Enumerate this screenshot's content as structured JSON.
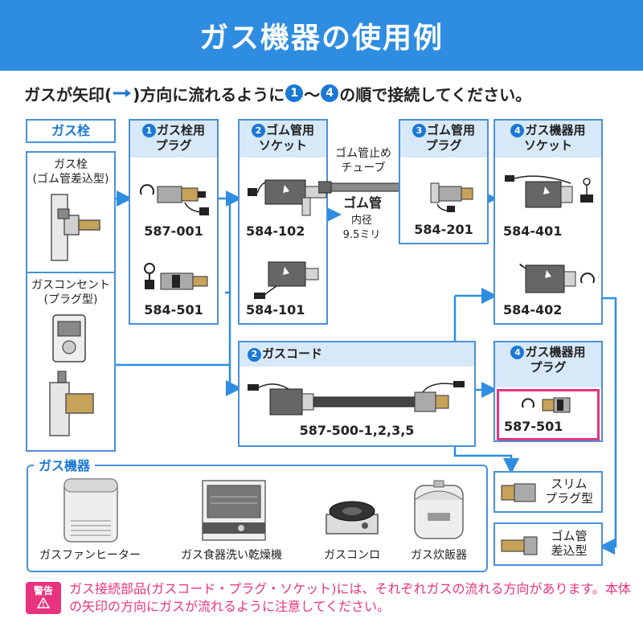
{
  "title": "ガス機器の使用例",
  "instruction": {
    "part1": "ガスが矢印(",
    "part2": ")方向に流れるように",
    "num_from": "1",
    "tilde": "〜",
    "num_to": "4",
    "part3": "の順で接続してください。"
  },
  "tap_column": {
    "header": "ガス栓",
    "tap1_label": "ガス栓\n(ゴム管差込型)",
    "tap2_label": "ガスコンセント\n(プラグ型)"
  },
  "plug_column": {
    "num": "1",
    "header": "ガス栓用\nプラグ",
    "codes": [
      "587-001",
      "584-501"
    ]
  },
  "hose_socket_column": {
    "num": "2",
    "header": "ゴム管用\nソケット",
    "codes": [
      "584-102",
      "584-101"
    ]
  },
  "tube": {
    "stopper_label": "ゴム管止め\nチューブ",
    "hose_label": "ゴム管",
    "diameter_label": "内径\n9.5ミリ"
  },
  "hose_plug_column": {
    "num": "3",
    "header": "ゴム管用\nプラグ",
    "codes": [
      "584-201"
    ]
  },
  "appliance_socket_column": {
    "num": "4",
    "header": "ガス機器用\nソケット",
    "codes": [
      "584-401",
      "584-402"
    ]
  },
  "gas_cord": {
    "num": "2",
    "header": "ガスコード",
    "code": "587-500-1,2,3,5"
  },
  "appliance_plug": {
    "num": "4",
    "header": "ガス機器用\nプラグ",
    "code": "587-501",
    "highlight_color": "#e8337e"
  },
  "gas_appliances": {
    "legend": "ガス機器",
    "items": [
      "ガスファンヒーター",
      "ガス食器洗い乾燥機",
      "ガスコンロ",
      "ガス炊飯器"
    ]
  },
  "connectors": {
    "slim_plug": "スリム\nプラグ型",
    "hose_insert": "ゴム管\n差込型"
  },
  "warning": {
    "badge": "警告",
    "badge_icon": "warning-triangle-icon",
    "text": "ガス接続部品(ガスコード・プラグ・ソケット)には、それぞれガスの流れる方向があります。本体の矢印の方向にガスが流れるように注意してください。"
  },
  "colors": {
    "primary_blue": "#2e8de1",
    "header_fill": "#d7e9f8",
    "accent_pink": "#e8337e"
  }
}
